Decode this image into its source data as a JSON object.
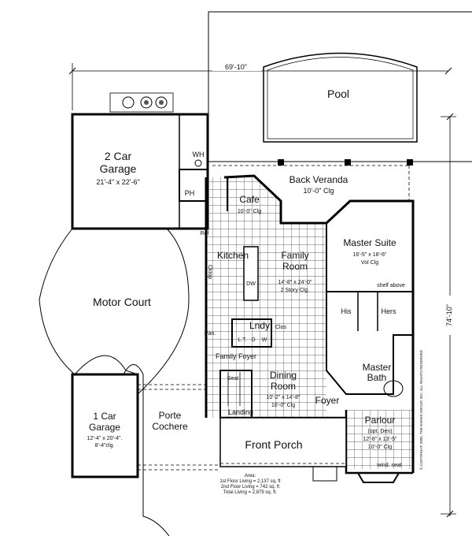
{
  "dimensions": {
    "width": "69'-10\"",
    "depth": "74'-10\""
  },
  "pool": {
    "label": "Pool"
  },
  "rooms": {
    "garage2": {
      "name_line1": "2 Car",
      "name_line2": "Garage",
      "size": "21'-4\" x 22'-6\""
    },
    "wh": {
      "name": "WH"
    },
    "ph": {
      "name": "PH"
    },
    "back_veranda": {
      "name": "Back Veranda",
      "ceiling": "10'-0\" Clg"
    },
    "cafe": {
      "name": "Cafe",
      "ceiling": "10'-0\" Clg"
    },
    "kitchen": {
      "name": "Kitchen",
      "ref": "Ref",
      "cktop": "Cktop",
      "dw": "DW"
    },
    "family_room": {
      "name_line1": "Family",
      "name_line2": "Room",
      "size": "14'-8\" x 24'-0\"",
      "ceiling": "2 Story Clg."
    },
    "master_suite": {
      "name": "Master Suite",
      "size": "16'-5\" x 18'-6\"",
      "ceiling": "Vol Clg",
      "note": "shelf above"
    },
    "his": {
      "name": "His"
    },
    "hers": {
      "name": "Hers"
    },
    "motor_court": {
      "name": "Motor Court"
    },
    "pantry": {
      "name": "Pan."
    },
    "laundry": {
      "name": "Lndy",
      "closet": "Clos",
      "wash": "W",
      "dry": "D",
      "tub": "L.T."
    },
    "family_foyer": {
      "name": "Family Foyer"
    },
    "seat": {
      "name": "Seat"
    },
    "landing": {
      "name": "Landing"
    },
    "dining_room": {
      "name_line1": "Dining",
      "name_line2": "Room",
      "size": "10'-2\" x 14'-8\"",
      "ceiling": "10'-0\" Clg"
    },
    "foyer": {
      "name": "Foyer"
    },
    "master_bath": {
      "name_line1": "Master",
      "name_line2": "Bath"
    },
    "garage1": {
      "name_line1": "1 Car",
      "name_line2": "Garage",
      "size": "12'-4\" x 20'-4\".",
      "ceiling": "8'-4\"clg."
    },
    "porte_cochere": {
      "name_line1": "Porte",
      "name_line2": "Cochere"
    },
    "front_porch": {
      "name": "Front Porch"
    },
    "parlour": {
      "name": "Parlour",
      "alt": "(opt. Den)",
      "size": "12'-8\" x 13'-5\"",
      "ceiling": "10'-0\" Clg",
      "note": "wind. seat"
    }
  },
  "area": {
    "title": "Area:",
    "first_floor": "1st Floor Living = 2,137 sq. ft",
    "second_floor": "2nd Floor Living = 742 sq. ft",
    "total": "Total Living = 2,879 sq. ft."
  },
  "copyright": "© COPYRIGHT 2005, THE EVANS GROUP, INC. ALL RIGHTS RESERVED"
}
